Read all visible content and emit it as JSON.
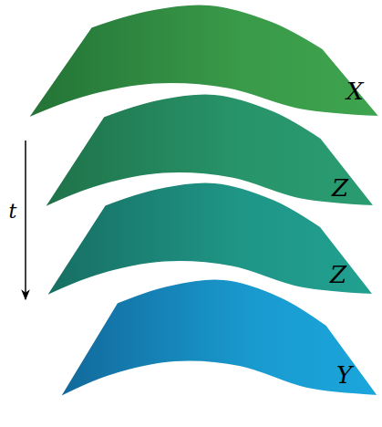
{
  "diagram": {
    "nodes": [
      {
        "text": [
          "X"
        ]
      },
      {
        "text": [
          "Z"
        ]
      },
      {
        "text": [
          "Z"
        ]
      },
      {
        "text": [
          "Y"
        ]
      }
    ],
    "labels": [
      "t"
    ]
  }
}
